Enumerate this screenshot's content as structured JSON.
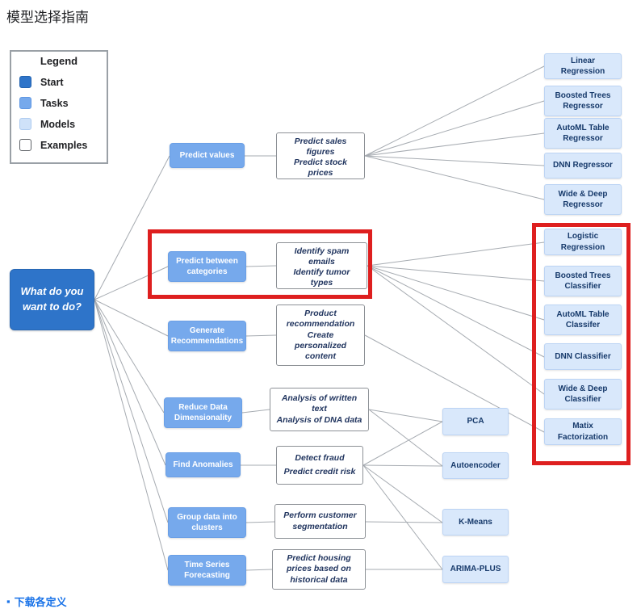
{
  "title": "模型选择指南",
  "legend": {
    "title": "Legend",
    "items": [
      {
        "label": "Start"
      },
      {
        "label": "Tasks"
      },
      {
        "label": "Models"
      },
      {
        "label": "Examples"
      }
    ]
  },
  "start": {
    "label": "What do you want to do?"
  },
  "tasks": [
    {
      "label": "Predict values"
    },
    {
      "label": "Predict between categories"
    },
    {
      "label": "Generate Recommendations"
    },
    {
      "label": "Reduce Data Dimensionality"
    },
    {
      "label": "Find Anomalies"
    },
    {
      "label": "Group data into clusters"
    },
    {
      "label": "Time Series Forecasting"
    }
  ],
  "examples": [
    {
      "line1": "Predict sales figures",
      "line2": "Predict stock prices"
    },
    {
      "line1": "Identify spam emails",
      "line2": "Identify tumor types"
    },
    {
      "line1": "Product recommendation",
      "line2": "Create personalized content"
    },
    {
      "line1": "Analysis of written text",
      "line2": "Analysis of DNA data"
    },
    {
      "line1": "Detect fraud",
      "line2": "Predict credit risk"
    },
    {
      "line1": "Perform customer segmentation"
    },
    {
      "line1": "Predict housing prices based on historical data"
    }
  ],
  "models": [
    {
      "label": "Linear Regression"
    },
    {
      "label": "Boosted Trees Regressor"
    },
    {
      "label": "AutoML Table Regressor"
    },
    {
      "label": "DNN Regressor"
    },
    {
      "label": "Wide & Deep Regressor"
    },
    {
      "label": "Logistic Regression"
    },
    {
      "label": "Boosted Trees Classifier"
    },
    {
      "label": "AutoML Table Classifer"
    },
    {
      "label": "DNN Classifier"
    },
    {
      "label": "Wide & Deep Classifier"
    },
    {
      "label": "Matix Factorization"
    },
    {
      "label": "PCA"
    },
    {
      "label": "Autoencoder"
    },
    {
      "label": "K-Means"
    },
    {
      "label": "ARIMA-PLUS"
    }
  ],
  "footer": {
    "bullet": "▪",
    "link": "下载各定义"
  },
  "colors": {
    "start_blue": "#2e74c9",
    "task_blue": "#76a9ec",
    "model_blue": "#d9e8fb",
    "highlight_red": "#de1f1f",
    "link_blue": "#1a73e8"
  }
}
